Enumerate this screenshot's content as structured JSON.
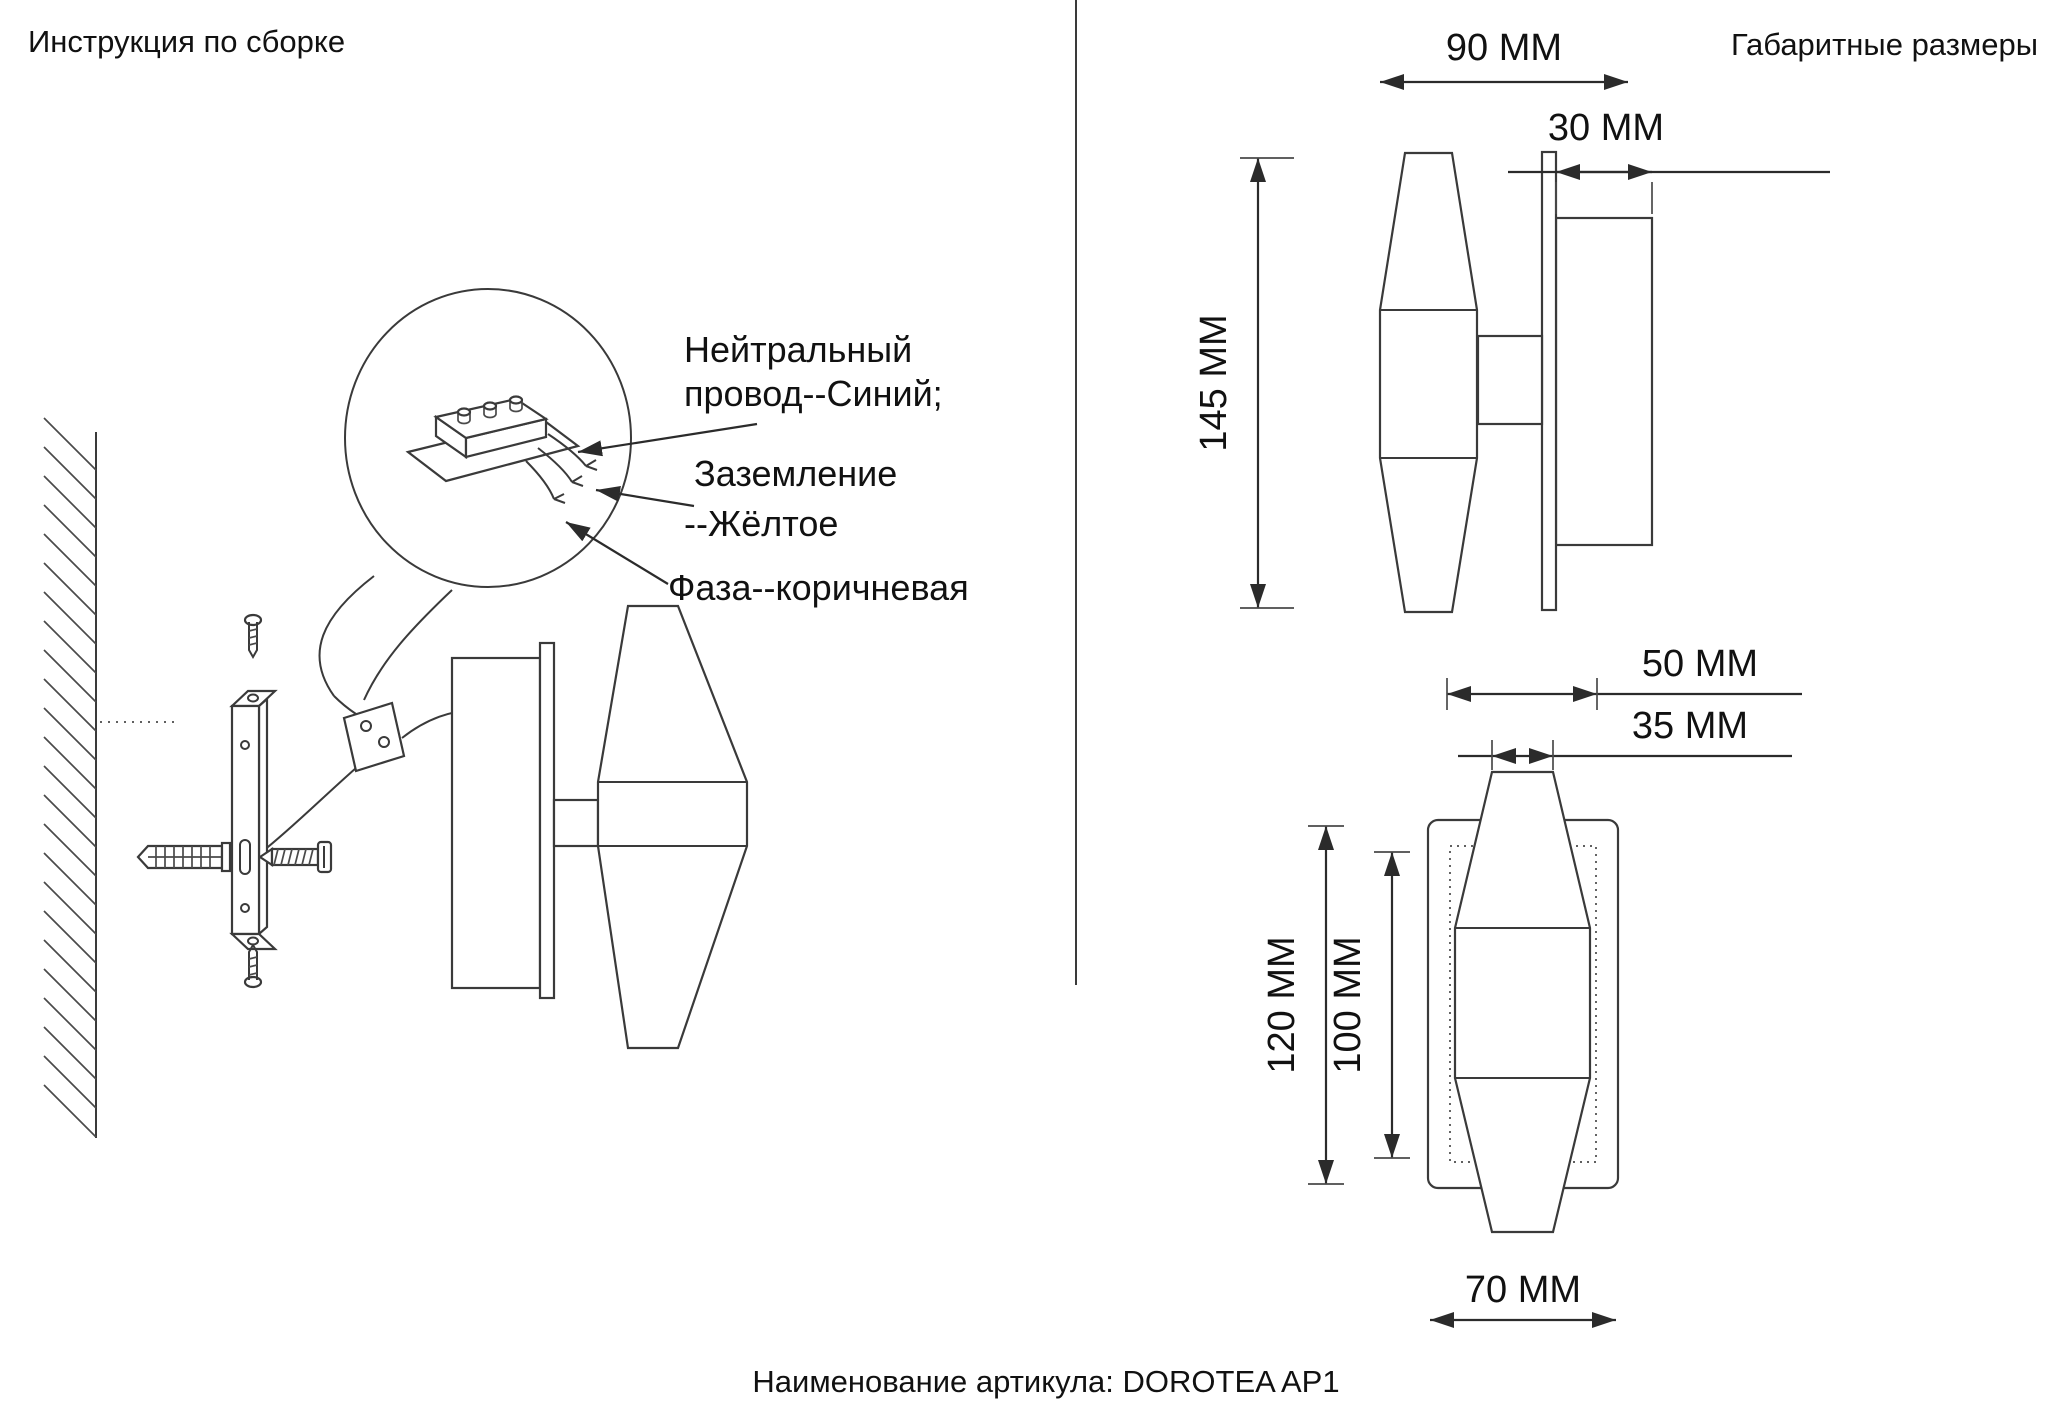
{
  "titles": {
    "left": "Инструкция по сборке",
    "right": "Габаритные размеры",
    "footer": "Наименование артикула: DOROTEA AP1"
  },
  "wiring_labels": {
    "neutral_line1": "Нейтральный",
    "neutral_line2": "провод--Синий;",
    "ground_line1": "Заземление",
    "ground_line2": "--Жёлтое",
    "phase": "Фаза--коричневая"
  },
  "dimensions": {
    "total_depth": "90 MM",
    "plate_depth": "30 MM",
    "shade_height": "145 MM",
    "shade_width": "50 MM",
    "shade_top_width": "35 MM",
    "plate_height": "120 MM",
    "mount_height": "100 MM",
    "plate_width": "70 MM"
  },
  "colors": {
    "line": "#3a3a3a",
    "text": "#111111",
    "background": "#ffffff"
  }
}
